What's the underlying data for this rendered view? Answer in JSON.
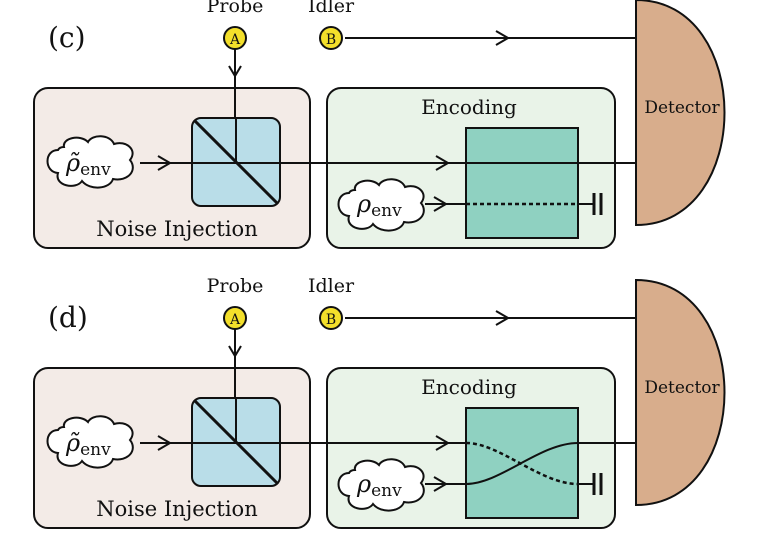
{
  "panels": [
    {
      "panel_label": "(c)",
      "probe_label": "Probe",
      "probe_port": "A",
      "idler_label": "Idler",
      "idler_port": "B",
      "noise_box_label": "Noise Injection",
      "noise_env": {
        "symbol": "ρ̃",
        "subscript": "env"
      },
      "encoding_box_label": "Encoding",
      "encoding_env": {
        "symbol": "ρ",
        "subscript": "env"
      },
      "detector_label": "Detector",
      "encoding_mode": "straight"
    },
    {
      "panel_label": "(d)",
      "probe_label": "Probe",
      "probe_port": "A",
      "idler_label": "Idler",
      "idler_port": "B",
      "noise_box_label": "Noise Injection",
      "noise_env": {
        "symbol": "ρ̃",
        "subscript": "env"
      },
      "encoding_box_label": "Encoding",
      "encoding_env": {
        "symbol": "ρ",
        "subscript": "env"
      },
      "detector_label": "Detector",
      "encoding_mode": "swap"
    }
  ],
  "colors": {
    "noise_box_fill": "#f3ebe7",
    "encoding_box_fill": "#e9f3e8",
    "beamsplitter_fill": "#b9dde8",
    "encoding_unit_fill": "#8fd1c1",
    "detector_fill": "#d8ad8c",
    "port_fill": "#f3df2b",
    "line": "#111111"
  }
}
